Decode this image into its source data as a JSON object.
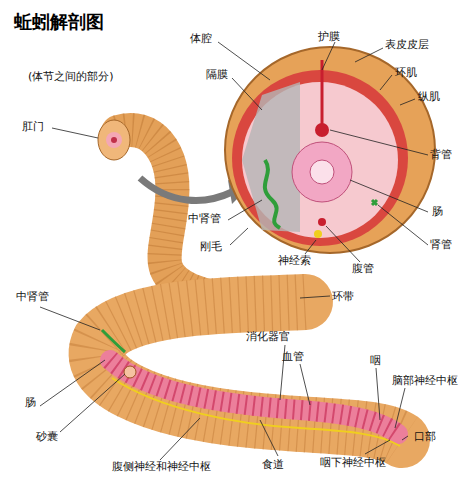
{
  "diagram": {
    "title": "蚯蚓解剖图",
    "labels": [
      "体腔",
      "隔膜",
      "(体节之间的部分)",
      "护膜",
      "表皮皮层",
      "环肌",
      "纵肌",
      "肛门",
      "背管",
      "肠",
      "中肾管",
      "刚毛",
      "神经索",
      "肾管",
      "腹管",
      "环带",
      "中肾管",
      "消化器官",
      "血管",
      "咽",
      "脑部神经中枢",
      "肠",
      "砂囊",
      "口部",
      "咽下神经中枢",
      "食道",
      "腹侧神经和神经中枢"
    ]
  }
}
